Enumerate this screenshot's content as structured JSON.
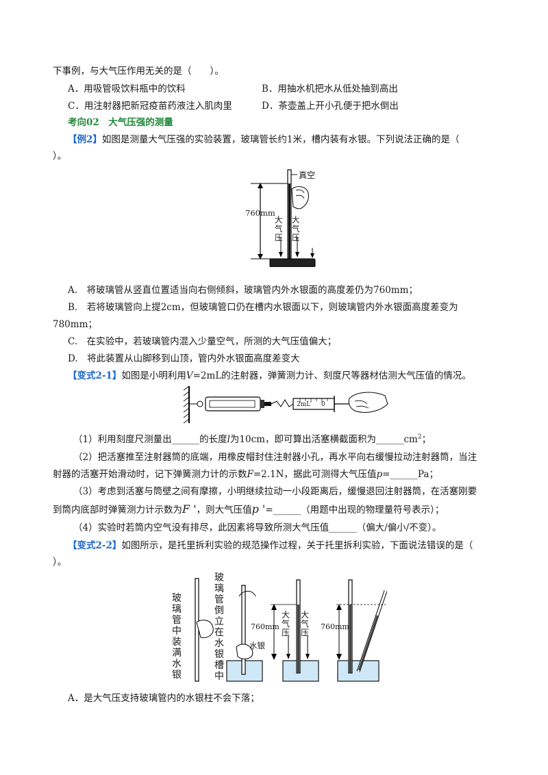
{
  "q1": {
    "stem": "下事例，与大气压作用无关的是（　　）。",
    "options": {
      "A": "A．用吸管吸饮料瓶中的饮料",
      "B": "B．用抽水机把水从低处抽到高出",
      "C": "C．用注射器把新冠疫苗药液注入肌肉里",
      "D": "D．茶壶盖上开小孔便于把水倒出"
    }
  },
  "section": {
    "title": "考向02　大气压强的测量"
  },
  "ex2": {
    "tag": "【例2】",
    "stem1": "如图是测量大气压强的实验装置，玻璃管长约1米，槽内装有水银。下列说法正确的是（",
    "stem2": "）。",
    "figure": {
      "vacuum": "真空",
      "height": "760mm",
      "air_left_1": "大",
      "air_left_2": "气",
      "air_left_3": "压",
      "air_right_1": "大",
      "air_right_2": "气",
      "air_right_3": "压"
    },
    "options": {
      "A": "A.　将玻璃管从竖直位置适当向右侧倾斜，玻璃管内外水银面的高度差仍为760mm；",
      "B1": "B.　若将玻璃管向上提2cm，但玻璃管口仍在槽内水银面以下，则玻璃管内外水银面高度差变为",
      "B2": "780mm；",
      "C": "C.　在实验中，若玻璃管内混入少量空气，所测的大气压值偏大；",
      "D": "D.　将此装置从山脚移到山顶，管内外水银面高度差变大"
    }
  },
  "var21": {
    "tag": "【变式2-1】",
    "stem_a": "如图是小明利用",
    "stem_var": "V",
    "stem_b": "=2mL的注射器，弹簧测力计、刻度尺等器材估测大气压值的情况。",
    "figure": {
      "scale_mark": "2mL",
      "scale_zero": "0"
    },
    "p1_a": "（1）利用刻度尺测量出______的长度",
    "p1_var": "l",
    "p1_b": "为10cm，即可算出活塞横截面积为______cm",
    "p1_sup": "2",
    "p1_c": "；",
    "p2_line1": "（2）把活塞推至注射器筒的底端，用橡皮帽封住注射器小孔，再水平向右缓慢拉动注射器筒，当注",
    "p2_line2_a": "射器的活塞开始滑动时，记下弹簧测力计的示数",
    "p2_line2_var": "F",
    "p2_line2_b": "=2.1N，据此可测得大气压值",
    "p2_line2_var2": "p",
    "p2_line2_c": "=______Pa；",
    "p3_line1": "（3）考虑到活塞与筒壁之间有摩擦，小明继续拉动一小段距离后，缓慢退回注射器筒，在活塞刚要",
    "p3_line2_a": "到筒内底部时弹簧测力计示数为",
    "p3_line2_var": "F '",
    "p3_line2_b": "，则大气压值",
    "p3_line2_var2": "p '",
    "p3_line2_c": "=______（用题中出现的物理量符号表示）；",
    "p4": "（4）实验时若筒内空气没有排尽，此因素将导致所测大气压值______（偏大/偏小/不变）。"
  },
  "var22": {
    "tag": "【变式2-2】",
    "stem1": "如图所示，是托里拆利实验的规范操作过程，关于托里拆利实验，下面说法错误的是（",
    "stem2": "）。",
    "figure": {
      "label_fill": "玻璃管中装满水银",
      "label_invert": "玻璃管倒立在水银槽中",
      "mercury": "水银",
      "height1": "760mm",
      "height2": "760mm",
      "air_a": "大",
      "air_b": "气",
      "air_c": "压",
      "air_d": "大",
      "air_e": "气",
      "air_f": "压"
    },
    "optA": "A．是大气压支持玻璃管内的水银柱不会下落；"
  }
}
